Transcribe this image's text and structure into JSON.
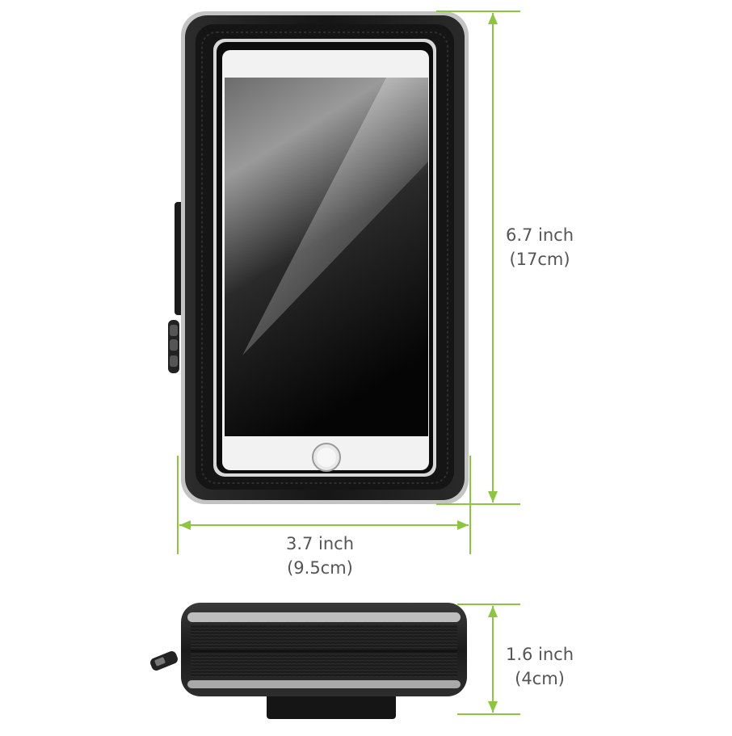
{
  "dimensions": {
    "height": {
      "line1": "6.7 inch",
      "line2": "(17cm)"
    },
    "width": {
      "line1": "3.7 inch",
      "line2": "(9.5cm)"
    },
    "depth": {
      "line1": "1.6 inch",
      "line2": "(4cm)"
    }
  },
  "colors": {
    "dimension_line": "#8cc63f",
    "label_text": "#555555",
    "case_body": "#1b1b1b",
    "case_trim": "#b9b9b9"
  },
  "icons": {
    "home_button": "home-button-icon",
    "zipper": "zipper-pull-icon"
  }
}
